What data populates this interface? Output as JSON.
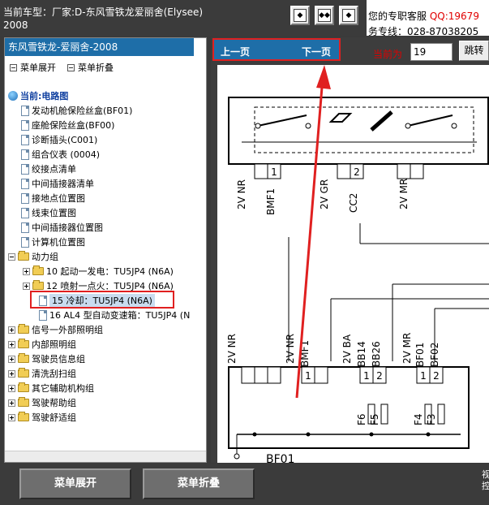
{
  "header": {
    "car_line1": "当前车型：厂家:D-东风雪铁龙爱丽舍(Elysee)",
    "car_line2": "2008",
    "toolbar_icons": [
      "single-page-icon",
      "double-page-icon",
      "next-page-icon"
    ],
    "service_line1_prefix": "您的专职客服",
    "service_qq": "QQ:19679",
    "service_line2": "务专线：028-87038205"
  },
  "left_panel": {
    "title": "东风雪铁龙-爱丽舍-2008",
    "expand_label": "菜单展开",
    "collapse_label": "菜单折叠",
    "tree_root": "当前:电路图",
    "tree_docs": [
      "发动机舱保险丝盒(BF01)",
      "座舱保险丝盒(BF00)",
      "诊断插头(C001)",
      "组合仪表 (0004)",
      "绞接点清单",
      "中间插接器清单",
      "接地点位置图",
      "线束位置图",
      "中间插接器位置图",
      "计算机位置图"
    ],
    "power_group": "动力组",
    "power_children": [
      "10 起动一发电：TU5JP4 (N6A)",
      "12 喷射一点火：TU5JP4 (N6A)",
      "15 冷却：TU5JP4 (N6A)",
      "16 AL4 型自动变速箱：TU5JP4 (N"
    ],
    "other_groups": [
      "信号一外部照明组",
      "内部照明组",
      "驾驶员信息组",
      "清洗刮扫组",
      "其它辅助机构组",
      "驾驶帮助组",
      "驾驶舒适组"
    ]
  },
  "nav": {
    "prev_label": "上一页",
    "next_label": "下一页",
    "current_label": "当前为",
    "current_page": "19",
    "jump_label": "跳转"
  },
  "diagram": {
    "upper_labels": [
      "2V NR",
      "BMF1",
      "2V GR",
      "CC2",
      "2V MR"
    ],
    "upper_pins": [
      "1",
      "2"
    ],
    "lower_labels": [
      "2V NR",
      "2V NR",
      "BMF1",
      "2V BA",
      "BB14",
      "BB26",
      "2V MR",
      "BF01",
      "BF02"
    ],
    "lower_pins": [
      "1",
      "1",
      "2",
      "1",
      "2"
    ],
    "fuse_labels": [
      "F6",
      "F5",
      "F4",
      "F3"
    ],
    "bottom_label": "BF01"
  },
  "bottom": {
    "expand_label": "菜单展开",
    "collapse_label": "菜单折叠",
    "edge_text": "视 控"
  },
  "colors": {
    "accent_blue": "#1e6ea8",
    "highlight_red": "#e02020",
    "background_dark": "#3b3b3b"
  }
}
